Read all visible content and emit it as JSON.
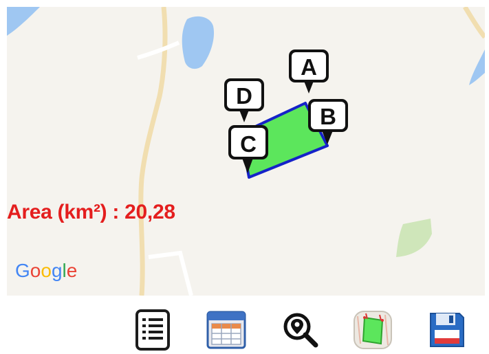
{
  "map": {
    "area_label": "Area (km²) : 20,28",
    "attribution": [
      "G",
      "o",
      "o",
      "g",
      "l",
      "e"
    ],
    "markers": [
      "A",
      "B",
      "C",
      "D"
    ],
    "colors": {
      "polygon_fill": "#5ce65c",
      "polygon_stroke": "#1522c8",
      "area_text": "#e41e1e",
      "water": "#9fc7f2",
      "road": "#f1deb0",
      "park": "#cfe6ba"
    }
  },
  "toolbar": {
    "items": [
      {
        "icon": "list-icon"
      },
      {
        "icon": "table-icon"
      },
      {
        "icon": "location-search-icon"
      },
      {
        "icon": "field-polygon-icon"
      },
      {
        "icon": "save-icon"
      }
    ]
  }
}
